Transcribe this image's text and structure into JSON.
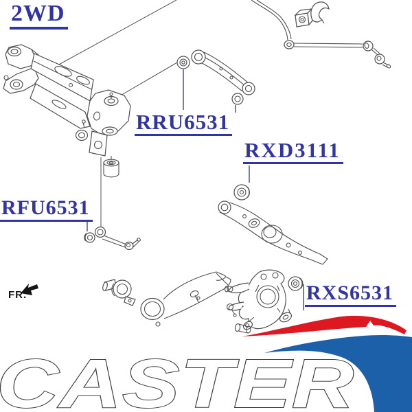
{
  "colors": {
    "label_blue": "#3134a6",
    "leader_blue": "#3a45a0",
    "line_gray": "#4f4f4f",
    "fr_black": "#141414",
    "logo_red": "#dd1820",
    "logo_blue": "#1d60aa",
    "logo_letter_fill": "#ffffff",
    "logo_letter_outline": "#3f3f3f"
  },
  "diagram": {
    "drive_label": "2WD",
    "front_marker": "FR.",
    "part_labels": [
      {
        "code": "RRU6531"
      },
      {
        "code": "RXD3111"
      },
      {
        "code": "RFU6531"
      },
      {
        "code": "RXS6531"
      }
    ],
    "parts_depicted": [
      "rear-crossmember",
      "stabilizer-bar",
      "stabilizer-bar-bushing",
      "stabilizer-bar-bracket",
      "stabilizer-link",
      "rear-upper-arm",
      "upper-arm-bushing",
      "rear-lower-arm",
      "lower-arm-bushing",
      "trailing-arm",
      "rear-knuckle",
      "knuckle-bushing"
    ]
  },
  "logo": {
    "text": "CASTER"
  }
}
